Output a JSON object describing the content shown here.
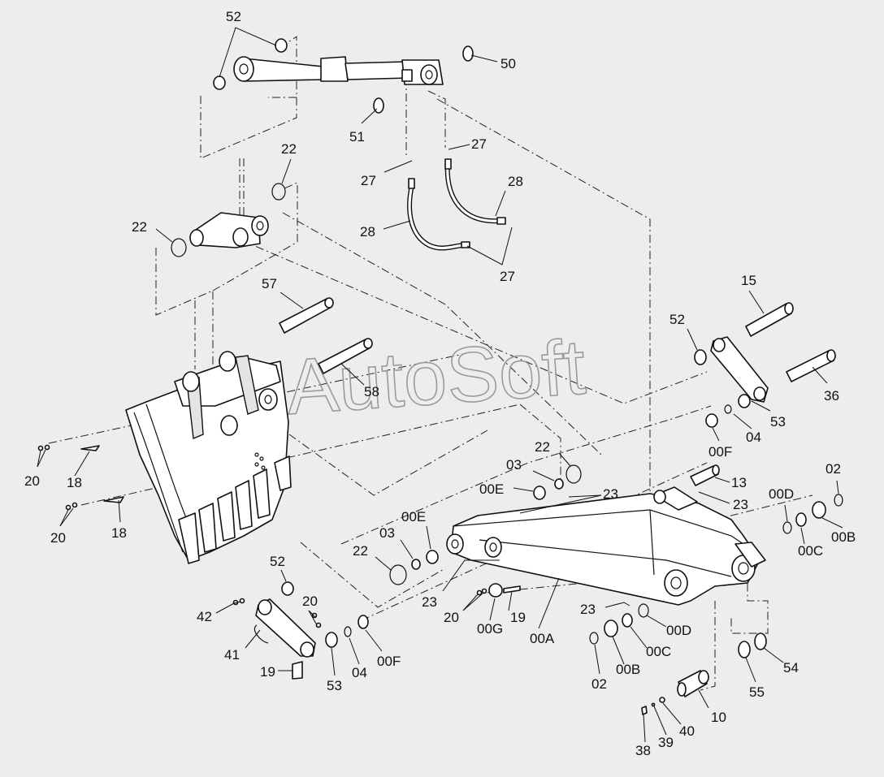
{
  "watermark": "AutoSoft",
  "labels": {
    "l52a": "52",
    "l50": "50",
    "l51": "51",
    "l27a": "27",
    "l27b": "27",
    "l27c": "27",
    "l28a": "28",
    "l28b": "28",
    "l22a": "22",
    "l22b": "22",
    "l22c": "22",
    "l22d": "22",
    "l57": "57",
    "l58": "58",
    "l15": "15",
    "l52b": "52",
    "l36": "36",
    "l53a": "53",
    "l04a": "04",
    "l00Fa": "00F",
    "l02a": "02",
    "l00D": "00D",
    "l00C": "00C",
    "l00B": "00B",
    "l13": "13",
    "l23a": "23",
    "l23b": "23",
    "l23c": "23",
    "l23d": "23",
    "l03a": "03",
    "l00Ea": "00E",
    "l03b": "03",
    "l00Eb": "00E",
    "l20a": "20",
    "l18a": "18",
    "l20b": "20",
    "l18b": "18",
    "l52c": "52",
    "l42": "42",
    "l20c": "20",
    "l41": "41",
    "l19a": "19",
    "l53b": "53",
    "l04b": "04",
    "l00Fb": "00F",
    "l20d": "20",
    "l00G": "00G",
    "l19b": "19",
    "l00A": "00A",
    "l00Db": "00D",
    "l00Cb": "00C",
    "l00Bb": "00B",
    "l02b": "02",
    "l55": "55",
    "l54": "54",
    "l10": "10",
    "l38": "38",
    "l39": "39",
    "l40": "40"
  }
}
